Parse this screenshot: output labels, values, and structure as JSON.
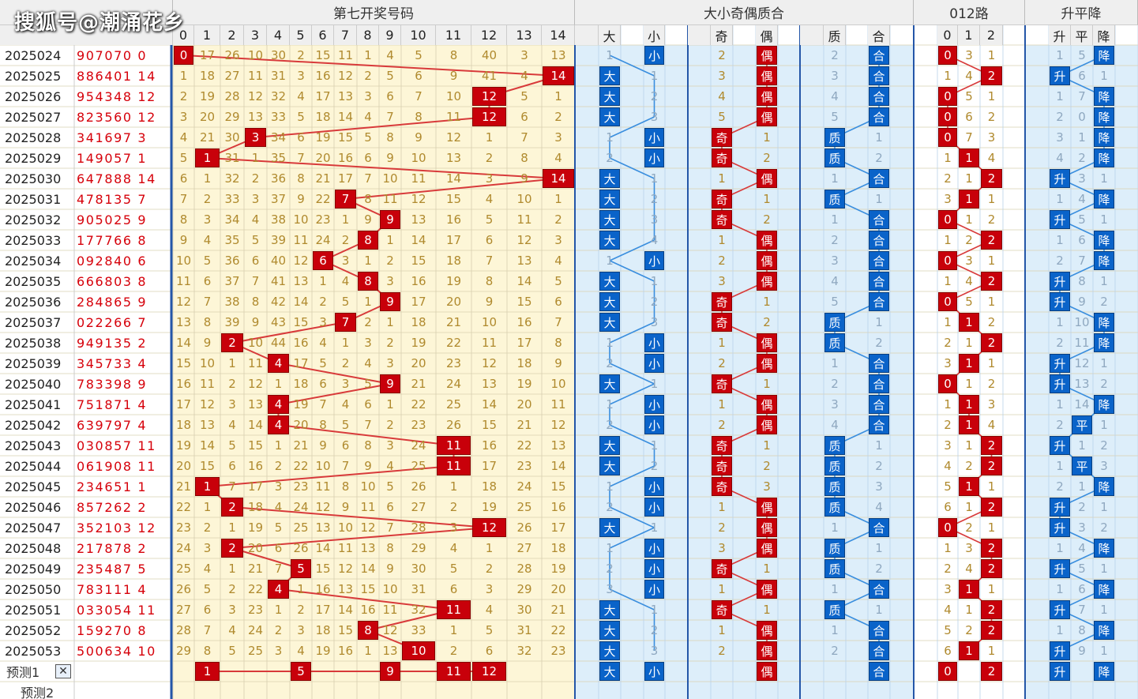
{
  "watermark": "搜狐号@潮涌花乡",
  "groups": [
    "第七开奖号码",
    "大小奇偶质合",
    "012路",
    "升平降"
  ],
  "sub_headers": {
    "pos": [
      "0",
      "1",
      "2",
      "3",
      "4",
      "5",
      "6",
      "7",
      "8",
      "9",
      "10",
      "11",
      "12",
      "13",
      "14"
    ],
    "bs": [
      "大",
      "小"
    ],
    "oe": [
      "奇",
      "偶"
    ],
    "pc": [
      "质",
      "合"
    ],
    "r3": [
      "0",
      "1",
      "2"
    ],
    "ud": [
      "升",
      "平",
      "降"
    ]
  },
  "periods": [
    "2025024",
    "2025025",
    "2025026",
    "2025027",
    "2025028",
    "2025029",
    "2025030",
    "2025031",
    "2025032",
    "2025033",
    "2025034",
    "2025035",
    "2025036",
    "2025037",
    "2025038",
    "2025039",
    "2025040",
    "2025041",
    "2025042",
    "2025043",
    "2025044",
    "2025045",
    "2025046",
    "2025047",
    "2025048",
    "2025049",
    "2025050",
    "2025051",
    "2025052",
    "2025053"
  ],
  "numbers": [
    "907070 0",
    "886401 14",
    "954348 12",
    "823560 12",
    "341697 3",
    "149057 1",
    "647888 14",
    "478135 7",
    "905025 9",
    "177766 8",
    "092840 6",
    "666803 8",
    "284865 9",
    "022266 7",
    "949135 2",
    "345733 4",
    "783398 9",
    "751871 4",
    "639797 4",
    "030857 11",
    "061908 11",
    "234651 1",
    "857262 2",
    "352103 12",
    "217878 2",
    "235487 5",
    "783111 4",
    "033054 11",
    "159270 8",
    "500634 10"
  ],
  "winning": [
    0,
    14,
    12,
    12,
    3,
    1,
    14,
    7,
    9,
    8,
    6,
    8,
    9,
    7,
    2,
    4,
    9,
    4,
    4,
    11,
    11,
    1,
    2,
    12,
    2,
    5,
    4,
    11,
    8,
    10
  ],
  "miss_grid": [
    [
      0,
      17,
      26,
      10,
      30,
      2,
      15,
      11,
      1,
      4,
      5,
      8,
      40,
      3,
      13
    ],
    [
      1,
      18,
      27,
      11,
      31,
      3,
      16,
      12,
      2,
      5,
      6,
      9,
      41,
      4,
      14
    ],
    [
      2,
      19,
      28,
      12,
      32,
      4,
      17,
      13,
      3,
      6,
      7,
      10,
      12,
      5,
      1
    ],
    [
      3,
      20,
      29,
      13,
      33,
      5,
      18,
      14,
      4,
      7,
      8,
      11,
      12,
      6,
      2
    ],
    [
      4,
      21,
      30,
      3,
      34,
      6,
      19,
      15,
      5,
      8,
      9,
      12,
      1,
      7,
      3
    ],
    [
      5,
      1,
      31,
      1,
      35,
      7,
      20,
      16,
      6,
      9,
      10,
      13,
      2,
      8,
      4
    ],
    [
      6,
      1,
      32,
      2,
      36,
      8,
      21,
      17,
      7,
      10,
      11,
      14,
      3,
      9,
      14
    ],
    [
      7,
      2,
      33,
      3,
      37,
      9,
      22,
      7,
      8,
      11,
      12,
      15,
      4,
      10,
      1
    ],
    [
      8,
      3,
      34,
      4,
      38,
      10,
      23,
      1,
      9,
      9,
      13,
      16,
      5,
      11,
      2
    ],
    [
      9,
      4,
      35,
      5,
      39,
      11,
      24,
      2,
      8,
      1,
      14,
      17,
      6,
      12,
      3
    ],
    [
      10,
      5,
      36,
      6,
      40,
      12,
      6,
      3,
      1,
      2,
      15,
      18,
      7,
      13,
      4
    ],
    [
      11,
      6,
      37,
      7,
      41,
      13,
      1,
      4,
      8,
      3,
      16,
      19,
      8,
      14,
      5
    ],
    [
      12,
      7,
      38,
      8,
      42,
      14,
      2,
      5,
      1,
      9,
      17,
      20,
      9,
      15,
      6
    ],
    [
      13,
      8,
      39,
      9,
      43,
      15,
      3,
      7,
      2,
      1,
      18,
      21,
      10,
      16,
      7
    ],
    [
      14,
      9,
      2,
      10,
      44,
      16,
      4,
      1,
      3,
      2,
      19,
      22,
      11,
      17,
      8
    ],
    [
      15,
      10,
      1,
      11,
      4,
      17,
      5,
      2,
      4,
      3,
      20,
      23,
      12,
      18,
      9
    ],
    [
      16,
      11,
      2,
      12,
      1,
      18,
      6,
      3,
      5,
      9,
      21,
      24,
      13,
      19,
      10
    ],
    [
      17,
      12,
      3,
      13,
      4,
      19,
      7,
      4,
      6,
      1,
      22,
      25,
      14,
      20,
      11
    ],
    [
      18,
      13,
      4,
      14,
      4,
      20,
      8,
      5,
      7,
      2,
      23,
      26,
      15,
      21,
      12
    ],
    [
      19,
      14,
      5,
      15,
      1,
      21,
      9,
      6,
      8,
      3,
      24,
      11,
      16,
      22,
      13
    ],
    [
      20,
      15,
      6,
      16,
      2,
      22,
      10,
      7,
      9,
      4,
      25,
      11,
      17,
      23,
      14
    ],
    [
      21,
      1,
      7,
      17,
      3,
      23,
      11,
      8,
      10,
      5,
      26,
      1,
      18,
      24,
      15
    ],
    [
      22,
      1,
      2,
      18,
      4,
      24,
      12,
      9,
      11,
      6,
      27,
      2,
      19,
      25,
      16
    ],
    [
      23,
      2,
      1,
      19,
      5,
      25,
      13,
      10,
      12,
      7,
      28,
      3,
      12,
      26,
      17
    ],
    [
      24,
      3,
      2,
      20,
      6,
      26,
      14,
      11,
      13,
      8,
      29,
      4,
      1,
      27,
      18
    ],
    [
      25,
      4,
      1,
      21,
      7,
      5,
      15,
      12,
      14,
      9,
      30,
      5,
      2,
      28,
      19
    ],
    [
      26,
      5,
      2,
      22,
      4,
      1,
      16,
      13,
      15,
      10,
      31,
      6,
      3,
      29,
      20
    ],
    [
      27,
      6,
      3,
      23,
      1,
      2,
      17,
      14,
      16,
      11,
      32,
      11,
      4,
      30,
      21
    ],
    [
      28,
      7,
      4,
      24,
      2,
      3,
      18,
      15,
      8,
      12,
      33,
      1,
      5,
      31,
      22
    ],
    [
      29,
      8,
      5,
      25,
      3,
      4,
      19,
      16,
      1,
      13,
      10,
      2,
      6,
      32,
      23
    ]
  ],
  "bs": [
    1,
    0,
    0,
    0,
    1,
    1,
    0,
    0,
    0,
    0,
    1,
    0,
    0,
    0,
    1,
    1,
    0,
    1,
    1,
    0,
    0,
    1,
    1,
    0,
    1,
    1,
    1,
    0,
    0,
    0
  ],
  "bs_miss": [
    [
      1,
      0
    ],
    [
      0,
      1
    ],
    [
      0,
      2
    ],
    [
      0,
      3
    ],
    [
      1,
      0
    ],
    [
      2,
      0
    ],
    [
      0,
      1
    ],
    [
      0,
      2
    ],
    [
      0,
      3
    ],
    [
      0,
      4
    ],
    [
      1,
      0
    ],
    [
      0,
      1
    ],
    [
      0,
      2
    ],
    [
      0,
      3
    ],
    [
      1,
      0
    ],
    [
      2,
      0
    ],
    [
      0,
      1
    ],
    [
      1,
      0
    ],
    [
      2,
      0
    ],
    [
      0,
      1
    ],
    [
      0,
      2
    ],
    [
      1,
      0
    ],
    [
      2,
      0
    ],
    [
      0,
      1
    ],
    [
      1,
      0
    ],
    [
      2,
      0
    ],
    [
      3,
      0
    ],
    [
      0,
      1
    ],
    [
      0,
      2
    ],
    [
      0,
      3
    ]
  ],
  "oe": [
    1,
    1,
    1,
    1,
    0,
    0,
    1,
    0,
    0,
    1,
    1,
    1,
    0,
    0,
    1,
    1,
    0,
    1,
    1,
    0,
    0,
    0,
    1,
    1,
    1,
    0,
    1,
    0,
    1,
    1
  ],
  "oe_miss": [
    [
      2,
      0
    ],
    [
      3,
      0
    ],
    [
      4,
      0
    ],
    [
      5,
      0
    ],
    [
      0,
      1
    ],
    [
      0,
      2
    ],
    [
      1,
      0
    ],
    [
      0,
      1
    ],
    [
      0,
      2
    ],
    [
      1,
      0
    ],
    [
      2,
      0
    ],
    [
      3,
      0
    ],
    [
      0,
      1
    ],
    [
      0,
      2
    ],
    [
      1,
      0
    ],
    [
      2,
      0
    ],
    [
      0,
      1
    ],
    [
      1,
      0
    ],
    [
      2,
      0
    ],
    [
      0,
      1
    ],
    [
      0,
      2
    ],
    [
      0,
      3
    ],
    [
      1,
      0
    ],
    [
      2,
      0
    ],
    [
      3,
      0
    ],
    [
      0,
      1
    ],
    [
      1,
      0
    ],
    [
      0,
      1
    ],
    [
      1,
      0
    ],
    [
      2,
      0
    ]
  ],
  "pc": [
    1,
    1,
    1,
    1,
    0,
    0,
    1,
    0,
    1,
    1,
    1,
    1,
    1,
    0,
    0,
    1,
    1,
    1,
    1,
    0,
    0,
    0,
    0,
    1,
    0,
    0,
    1,
    0,
    1,
    1
  ],
  "pc_miss": [
    [
      2,
      0
    ],
    [
      3,
      0
    ],
    [
      4,
      0
    ],
    [
      5,
      0
    ],
    [
      0,
      1
    ],
    [
      0,
      2
    ],
    [
      1,
      0
    ],
    [
      0,
      1
    ],
    [
      1,
      0
    ],
    [
      2,
      0
    ],
    [
      3,
      0
    ],
    [
      4,
      0
    ],
    [
      5,
      0
    ],
    [
      0,
      1
    ],
    [
      0,
      2
    ],
    [
      1,
      0
    ],
    [
      2,
      0
    ],
    [
      3,
      0
    ],
    [
      4,
      0
    ],
    [
      0,
      1
    ],
    [
      0,
      2
    ],
    [
      0,
      3
    ],
    [
      0,
      4
    ],
    [
      1,
      0
    ],
    [
      0,
      1
    ],
    [
      0,
      2
    ],
    [
      1,
      0
    ],
    [
      0,
      1
    ],
    [
      1,
      0
    ],
    [
      2,
      0
    ]
  ],
  "r3": [
    0,
    2,
    0,
    0,
    0,
    1,
    2,
    1,
    0,
    2,
    0,
    2,
    0,
    1,
    2,
    1,
    0,
    1,
    1,
    2,
    2,
    1,
    2,
    0,
    2,
    2,
    1,
    2,
    2,
    1
  ],
  "r3_miss": [
    [
      0,
      3,
      1
    ],
    [
      1,
      4,
      0
    ],
    [
      0,
      5,
      1
    ],
    [
      0,
      6,
      2
    ],
    [
      0,
      7,
      3
    ],
    [
      1,
      0,
      4
    ],
    [
      2,
      1,
      0
    ],
    [
      3,
      0,
      1
    ],
    [
      0,
      1,
      2
    ],
    [
      1,
      2,
      0
    ],
    [
      0,
      3,
      1
    ],
    [
      1,
      4,
      0
    ],
    [
      0,
      5,
      1
    ],
    [
      1,
      0,
      2
    ],
    [
      2,
      1,
      0
    ],
    [
      3,
      0,
      1
    ],
    [
      0,
      1,
      2
    ],
    [
      1,
      0,
      3
    ],
    [
      2,
      0,
      4
    ],
    [
      3,
      1,
      0
    ],
    [
      4,
      2,
      0
    ],
    [
      5,
      0,
      1
    ],
    [
      6,
      1,
      0
    ],
    [
      0,
      2,
      1
    ],
    [
      1,
      3,
      0
    ],
    [
      2,
      4,
      0
    ],
    [
      3,
      0,
      1
    ],
    [
      4,
      1,
      0
    ],
    [
      5,
      2,
      0
    ],
    [
      6,
      0,
      1
    ]
  ],
  "ud": [
    2,
    0,
    2,
    2,
    2,
    2,
    0,
    2,
    0,
    2,
    2,
    0,
    0,
    2,
    2,
    0,
    0,
    2,
    1,
    0,
    1,
    2,
    0,
    0,
    2,
    0,
    2,
    0,
    2,
    0
  ],
  "ud_miss": [
    [
      1,
      5,
      0
    ],
    [
      0,
      6,
      1
    ],
    [
      1,
      7,
      0
    ],
    [
      2,
      0,
      1
    ],
    [
      3,
      1,
      0
    ],
    [
      4,
      2,
      0
    ],
    [
      0,
      3,
      1
    ],
    [
      1,
      4,
      0
    ],
    [
      0,
      5,
      1
    ],
    [
      1,
      6,
      0
    ],
    [
      2,
      7,
      0
    ],
    [
      0,
      8,
      1
    ],
    [
      0,
      9,
      2
    ],
    [
      1,
      10,
      0
    ],
    [
      2,
      11,
      0
    ],
    [
      0,
      12,
      1
    ],
    [
      0,
      13,
      2
    ],
    [
      1,
      14,
      0
    ],
    [
      2,
      0,
      1
    ],
    [
      0,
      1,
      2
    ],
    [
      1,
      0,
      3
    ],
    [
      2,
      1,
      0
    ],
    [
      0,
      2,
      1
    ],
    [
      0,
      3,
      2
    ],
    [
      1,
      4,
      0
    ],
    [
      0,
      5,
      1
    ],
    [
      1,
      6,
      0
    ],
    [
      0,
      7,
      1
    ],
    [
      1,
      8,
      0
    ],
    [
      0,
      9,
      1
    ]
  ],
  "predictions": [
    {
      "label": "预测1",
      "close": "✕",
      "pos": [
        1,
        5,
        9,
        11,
        12
      ],
      "bs": "大",
      "bs2": "小",
      "oe": "偶",
      "pc": "合",
      "r3": [
        "0",
        "2"
      ],
      "ud": [
        "升",
        "降"
      ]
    },
    {
      "label": "预测2"
    }
  ],
  "colors": {
    "red": "#c8000a",
    "blue": "#0a63c9",
    "bg_yellow": "#fdf6d7",
    "bg_blue": "#ddeefa",
    "line_red": "#d83a3a",
    "line_blue": "#3a8ede"
  }
}
